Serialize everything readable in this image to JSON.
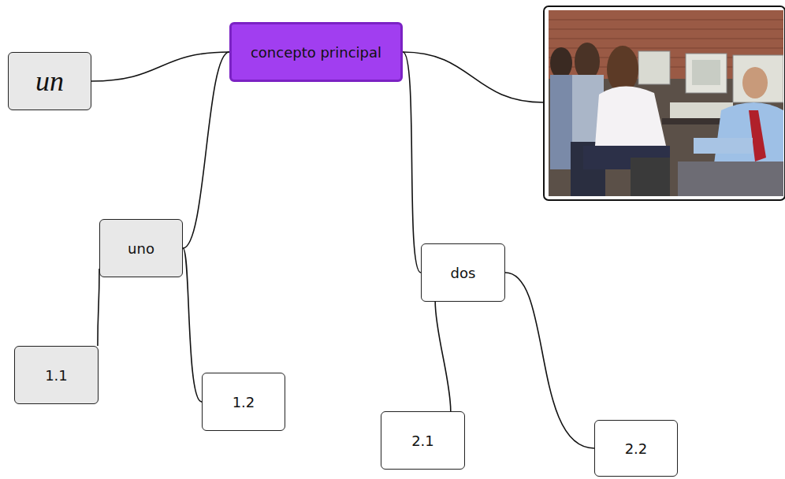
{
  "diagram": {
    "nodes": [
      {
        "text": [
          "concepto principal"
        ]
      },
      {
        "text": [
          "un"
        ]
      },
      {
        "text": [
          "uno"
        ]
      },
      {
        "text": [
          "dos"
        ]
      },
      {
        "text": [
          "1.1"
        ]
      },
      {
        "text": [
          "1.2"
        ]
      },
      {
        "text": [
          "2.1"
        ]
      },
      {
        "text": [
          "2.2"
        ]
      }
    ],
    "edges": [
      {
        "from": 0,
        "to": 1,
        "arrow": "none"
      },
      {
        "from": 0,
        "to": 2,
        "arrow": "none"
      },
      {
        "from": 0,
        "to": 3,
        "arrow": "none"
      },
      {
        "from": 2,
        "to": 4,
        "arrow": "none"
      },
      {
        "from": 2,
        "to": 5,
        "arrow": "none"
      },
      {
        "from": 3,
        "to": 6,
        "arrow": "none"
      },
      {
        "from": 3,
        "to": 7,
        "arrow": "none"
      }
    ]
  }
}
